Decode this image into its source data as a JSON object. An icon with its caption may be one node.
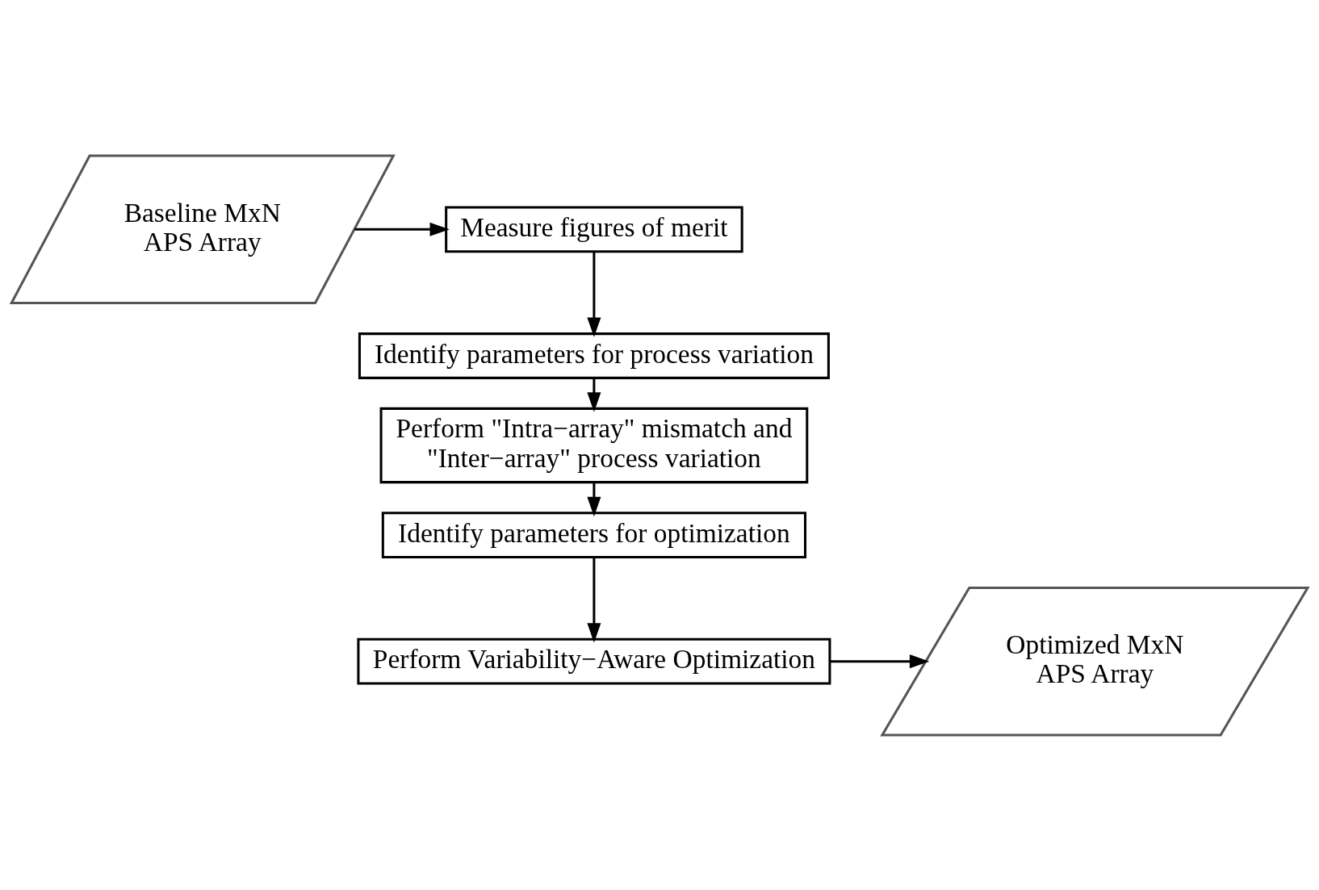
{
  "diagram": {
    "nodes": [
      {
        "text": [
          "Baseline MxN APS Array"
        ]
      },
      {
        "text": [
          "Measure figures of merit"
        ]
      },
      {
        "text": [
          "Identify parameters for process variation"
        ]
      },
      {
        "text": [
          "Perform \"Intra−array\" mismatch and \"Inter−array\" process variation"
        ]
      },
      {
        "text": [
          "Identify parameters for optimization"
        ]
      },
      {
        "text": [
          "Perform Variability−Aware Optimization"
        ]
      },
      {
        "text": [
          "Optimized MxN APS Array"
        ]
      }
    ],
    "edges": [
      {
        "from": 0,
        "to": 1,
        "arrow": "to"
      },
      {
        "from": 1,
        "to": 2,
        "arrow": "to"
      },
      {
        "from": 2,
        "to": 3,
        "arrow": "to"
      },
      {
        "from": 3,
        "to": 4,
        "arrow": "to"
      },
      {
        "from": 4,
        "to": 5,
        "arrow": "to"
      },
      {
        "from": 5,
        "to": 6,
        "arrow": "to"
      }
    ]
  }
}
